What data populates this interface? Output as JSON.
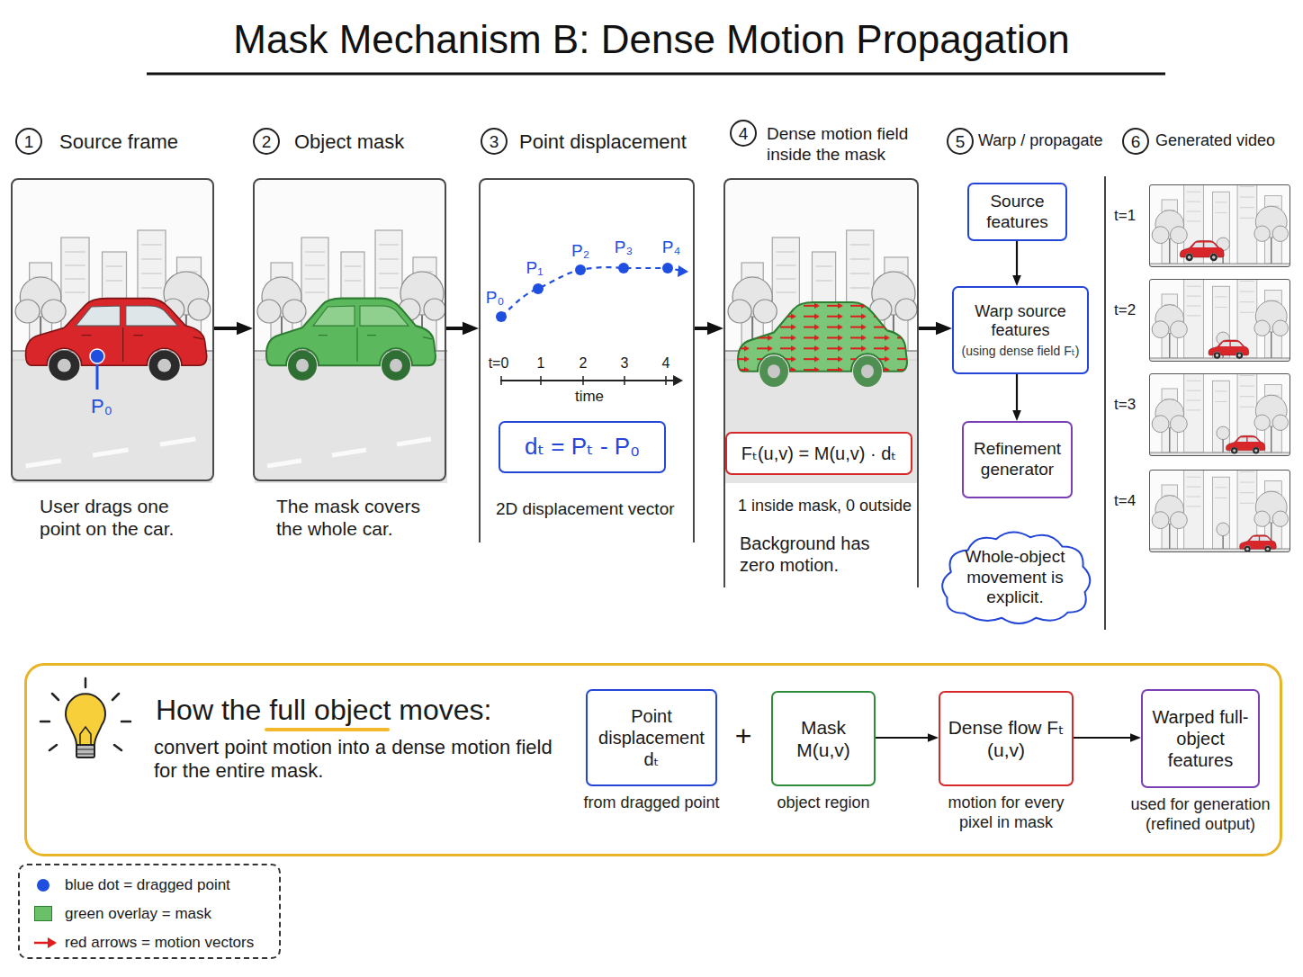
{
  "diagram": {
    "title": "Mask Mechanism B: Dense Motion Propagation",
    "nodes": [
      {
        "text": [
          "Source frame",
          "User drags one point on the car."
        ]
      },
      {
        "text": [
          "Object mask",
          "The mask covers the whole car."
        ]
      },
      {
        "text": [
          "Point displacement",
          "2D displacement vector"
        ]
      },
      {
        "text": [
          "dₜ = Pₜ - P₀"
        ],
        "in": 2
      },
      {
        "text": [
          "Dense motion field inside the mask",
          "1 inside mask, 0 outside",
          "Background has zero motion."
        ]
      },
      {
        "text": [
          "Fₜ(u,v) = M(u,v) · dₜ"
        ],
        "in": 4
      },
      {
        "text": [
          "Source features"
        ]
      },
      {
        "text": [
          "Warp source features",
          "(using dense field Fₜ)"
        ]
      },
      {
        "text": [
          "Refinement generator"
        ]
      },
      {
        "text": [
          "Whole-object movement is explicit."
        ]
      },
      {
        "text": [
          "t=1"
        ]
      },
      {
        "text": [
          "t=2"
        ]
      },
      {
        "text": [
          "t=3"
        ]
      },
      {
        "text": [
          "t=4"
        ]
      },
      {
        "text": [
          "How the full object moves:",
          "convert point motion into a dense motion field for the entire mask."
        ]
      },
      {
        "text": [
          "Point displacement dₜ",
          "from dragged point"
        ],
        "in": 14
      },
      {
        "text": [
          "Mask M(u,v)",
          "object region"
        ],
        "in": 14
      },
      {
        "text": [
          "Dense flow Fₜ (u,v)",
          "motion for every pixel in mask"
        ],
        "in": 14
      },
      {
        "text": [
          "Warped full-object features",
          "used for generation (refined output)"
        ],
        "in": 14
      }
    ],
    "edges": [
      {
        "from": 0,
        "to": 1,
        "arrow": "to"
      },
      {
        "from": 1,
        "to": 2,
        "arrow": "to"
      },
      {
        "from": 2,
        "to": 4,
        "arrow": "to"
      },
      {
        "from": 4,
        "to": 7,
        "arrow": "to"
      },
      {
        "from": 6,
        "to": 7,
        "arrow": "to"
      },
      {
        "from": 7,
        "to": 8,
        "arrow": "to"
      },
      {
        "from": 16,
        "to": 17,
        "arrow": "to"
      },
      {
        "from": 17,
        "to": 18,
        "arrow": "to"
      }
    ],
    "labels": [
      "1",
      "2",
      "3",
      "4",
      "5",
      "Warp / propagate",
      "6",
      "Generated video",
      "P₀",
      "P₀",
      "P₁",
      "P₂",
      "P₃",
      "P₄",
      "t=0",
      "1",
      "2",
      "3",
      "4",
      "time",
      "+"
    ],
    "legend": [
      {
        "text": "blue dot = dragged point",
        "color": "#1f4fe0"
      },
      {
        "text": "green overlay = mask",
        "color": "#6abf69"
      },
      {
        "text": "red arrows = motion vectors"
      }
    ]
  }
}
